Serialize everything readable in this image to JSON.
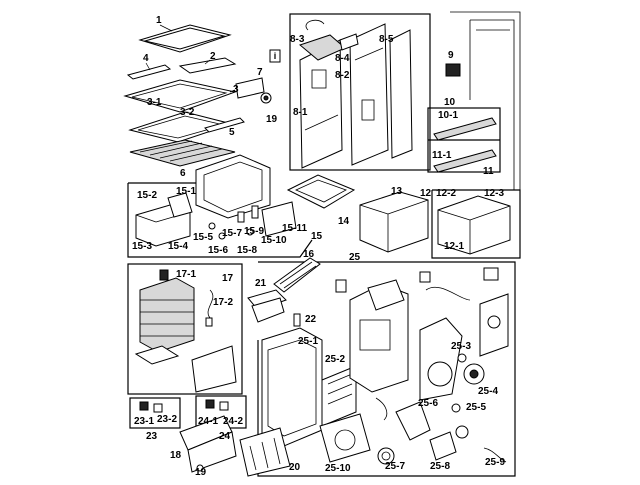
{
  "labels": {
    "p1": "1",
    "p2": "2",
    "p3": "3",
    "p3_1": "3-1",
    "p3_2": "3-2",
    "p4": "4",
    "p5": "5",
    "p6": "6",
    "p7": "7",
    "p19a": "19",
    "p8_1": "8-1",
    "p8_2": "8-2",
    "p8_3": "8-3",
    "p8_4": "8-4",
    "p8_5": "8-5",
    "p9": "9",
    "p10": "10",
    "p10_1": "10-1",
    "p11": "11",
    "p11_1": "11-1",
    "p12": "12",
    "p12_1": "12-1",
    "p12_2": "12-2",
    "p12_3": "12-3",
    "p13": "13",
    "p14": "14",
    "p15": "15",
    "p15_1": "15-1",
    "p15_2": "15-2",
    "p15_3": "15-3",
    "p15_4": "15-4",
    "p15_5": "15-5",
    "p15_6": "15-6",
    "p15_7": "15-7",
    "p15_8": "15-8",
    "p15_9": "15-9",
    "p15_10": "15-10",
    "p15_11": "15-11",
    "p16": "16",
    "p17": "17",
    "p17_1": "17-1",
    "p17_2": "17-2",
    "p21": "21",
    "p22": "22",
    "p25": "25",
    "p25_1": "25-1",
    "p25_2": "25-2",
    "p25_3": "25-3",
    "p25_4": "25-4",
    "p25_5": "25-5",
    "p25_6": "25-6",
    "p25_7": "25-7",
    "p25_8": "25-8",
    "p25_9": "25-9",
    "p25_10": "25-10",
    "p23": "23",
    "p23_1": "23-1",
    "p23_2": "23-2",
    "p24": "24",
    "p24_1": "24-1",
    "p24_2": "24-2",
    "p18": "18",
    "p19b": "19",
    "p20": "20"
  },
  "icons": {
    "info_marker": "info-icon"
  }
}
